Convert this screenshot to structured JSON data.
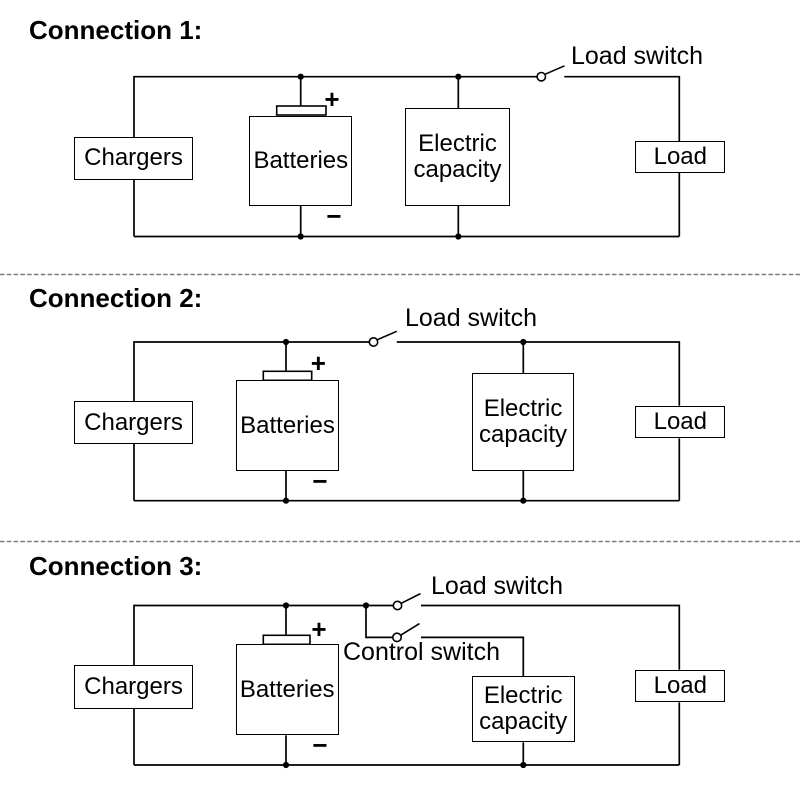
{
  "colors": {
    "background": "#ffffff",
    "line": "#000000",
    "separator": "#7a7a7a"
  },
  "sections": [
    {
      "title": "Connection 1:",
      "boxes": {
        "chargers": "Chargers",
        "batteries": "Batteries",
        "electric_capacity": "Electric capacity",
        "load": "Load"
      },
      "battery": {
        "plus": "+",
        "minus": "−"
      },
      "labels": {
        "load_switch": "Load switch"
      }
    },
    {
      "title": "Connection 2:",
      "boxes": {
        "chargers": "Chargers",
        "batteries": "Batteries",
        "electric_capacity": "Electric capacity",
        "load": "Load"
      },
      "battery": {
        "plus": "+",
        "minus": "−"
      },
      "labels": {
        "load_switch": "Load switch"
      }
    },
    {
      "title": "Connection 3:",
      "boxes": {
        "chargers": "Chargers",
        "batteries": "Batteries",
        "electric_capacity": "Electric capacity",
        "load": "Load"
      },
      "battery": {
        "plus": "+",
        "minus": "−"
      },
      "labels": {
        "load_switch": "Load switch",
        "control_switch": "Control switch"
      }
    }
  ]
}
